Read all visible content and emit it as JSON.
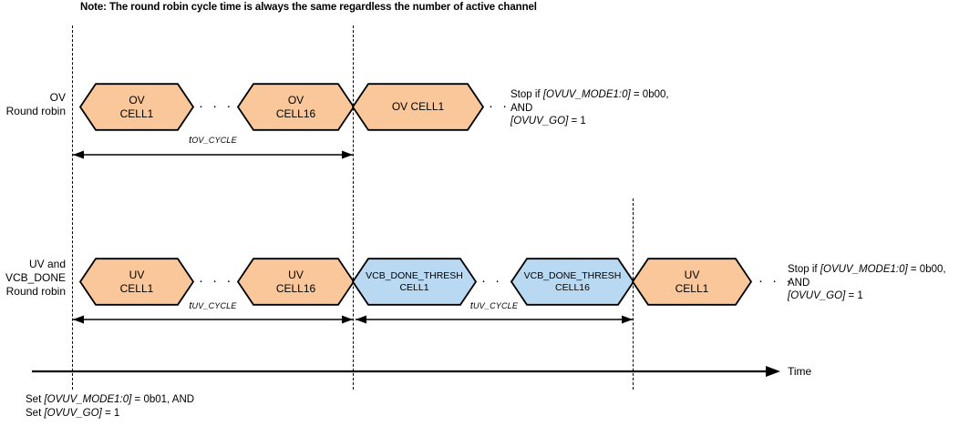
{
  "note": "Note: The round robin cycle time is always the same regardless the number of active channel",
  "rows": {
    "ov": {
      "label_lines": [
        "OV",
        "Round robin"
      ],
      "tokens": [
        {
          "lines": [
            "OV",
            "CELL1"
          ],
          "color": "orange"
        },
        {
          "lines": [
            "OV",
            "CELL16"
          ],
          "color": "orange"
        },
        {
          "lines": [
            "OV CELL1"
          ],
          "color": "orange"
        }
      ],
      "ellipsis": "· · ·",
      "cycle_label": {
        "prefix": "t",
        "sub": "OV_CYCLE"
      },
      "annotation_lines": [
        "Stop if [OVUV_MODE1:0] = 0b00,",
        "AND",
        "[OVUV_GO] = 1"
      ]
    },
    "uv": {
      "label_lines": [
        "UV and",
        "VCB_DONE",
        "Round robin"
      ],
      "tokens": [
        {
          "lines": [
            "UV",
            "CELL1"
          ],
          "color": "orange"
        },
        {
          "lines": [
            "UV",
            "CELL16"
          ],
          "color": "orange"
        },
        {
          "lines": [
            "VCB_DONE_THRESH",
            "CELL1"
          ],
          "color": "blue"
        },
        {
          "lines": [
            "VCB_DONE_THRESH",
            "CELL16"
          ],
          "color": "blue"
        },
        {
          "lines": [
            "UV",
            "CELL1"
          ],
          "color": "orange"
        }
      ],
      "ellipsis": "· · ·",
      "cycle_label_1": {
        "prefix": "t",
        "sub": "UV_CYCLE"
      },
      "cycle_label_2": {
        "prefix": "t",
        "sub": "UV_CYCLE"
      },
      "annotation_lines": [
        "Stop if [OVUV_MODE1:0] = 0b00,",
        "AND",
        "[OVUV_GO] = 1"
      ]
    }
  },
  "time_axis": {
    "label": "Time"
  },
  "bottom_caption_lines": [
    "Set [OVUV_MODE1:0] = 0b01, AND",
    "Set [OVUV_GO] = 1"
  ],
  "colors": {
    "orange_fill": "#f9c79a",
    "blue_fill": "#b9d9f2",
    "stroke": "#000000",
    "background": "#ffffff"
  }
}
